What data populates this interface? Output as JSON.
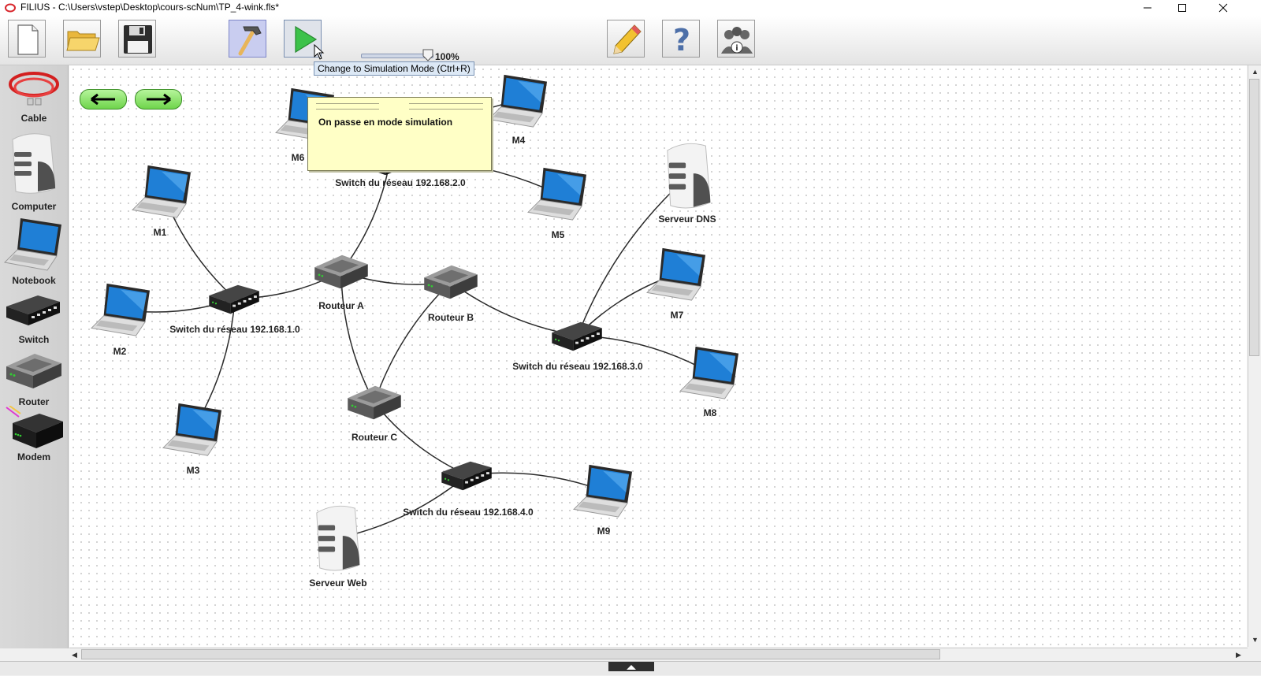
{
  "window": {
    "title": "FILIUS - C:\\Users\\vstep\\Desktop\\cours-scNum\\TP_4-wink.fls*"
  },
  "toolbar": {
    "zoom_label": "100%",
    "zoom_fraction": 0.9,
    "tooltip": "Change to Simulation Mode (Ctrl+R)",
    "active_mode": "design"
  },
  "palette": {
    "items": [
      {
        "label": "Cable",
        "icon": "cable-icon"
      },
      {
        "label": "Computer",
        "icon": "computer-icon"
      },
      {
        "label": "Notebook",
        "icon": "notebook-icon"
      },
      {
        "label": "Switch",
        "icon": "switch-icon"
      },
      {
        "label": "Router",
        "icon": "router-icon"
      },
      {
        "label": "Modem",
        "icon": "modem-icon"
      }
    ]
  },
  "note": {
    "text": "On passe en mode simulation"
  },
  "network": {
    "nodes": {
      "m6": {
        "label": "M6",
        "type": "notebook"
      },
      "m4": {
        "label": "M4",
        "type": "notebook"
      },
      "m1": {
        "label": "M1",
        "type": "notebook"
      },
      "m5": {
        "label": "M5",
        "type": "notebook"
      },
      "dns": {
        "label": "Serveur DNS",
        "type": "computer"
      },
      "m2": {
        "label": "M2",
        "type": "notebook"
      },
      "sw1": {
        "label": "Switch du réseau 192.168.1.0",
        "type": "switch"
      },
      "sw2": {
        "label": "Switch du réseau 192.168.2.0",
        "type": "switch"
      },
      "ra": {
        "label": "Routeur A",
        "type": "router"
      },
      "rb": {
        "label": "Routeur B",
        "type": "router"
      },
      "m7": {
        "label": "M7",
        "type": "notebook"
      },
      "sw3": {
        "label": "Switch du réseau 192.168.3.0",
        "type": "switch"
      },
      "m8": {
        "label": "M8",
        "type": "notebook"
      },
      "rc": {
        "label": "Routeur C",
        "type": "router"
      },
      "m3": {
        "label": "M3",
        "type": "notebook"
      },
      "sw4": {
        "label": "Switch du réseau 192.168.4.0",
        "type": "switch"
      },
      "m9": {
        "label": "M9",
        "type": "notebook"
      },
      "web": {
        "label": "Serveur Web",
        "type": "computer"
      }
    },
    "links": [
      [
        "m1",
        "sw1"
      ],
      [
        "m2",
        "sw1"
      ],
      [
        "m3",
        "sw1"
      ],
      [
        "sw1",
        "ra"
      ],
      [
        "ra",
        "sw2"
      ],
      [
        "m6",
        "sw2"
      ],
      [
        "m4",
        "sw2"
      ],
      [
        "m5",
        "sw2"
      ],
      [
        "ra",
        "rb"
      ],
      [
        "ra",
        "rc"
      ],
      [
        "rb",
        "rc"
      ],
      [
        "rb",
        "sw3"
      ],
      [
        "dns",
        "sw3"
      ],
      [
        "m7",
        "sw3"
      ],
      [
        "m8",
        "sw3"
      ],
      [
        "rc",
        "sw4"
      ],
      [
        "m9",
        "sw4"
      ],
      [
        "web",
        "sw4"
      ]
    ]
  }
}
